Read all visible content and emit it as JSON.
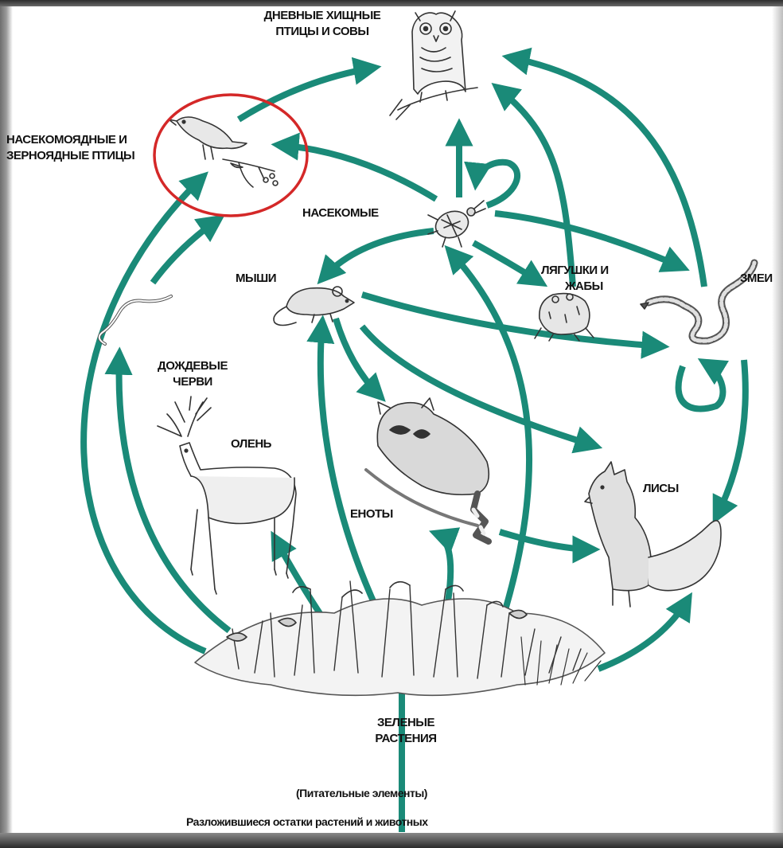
{
  "colors": {
    "arrow": "#1a8a78",
    "highlight": "#d42828",
    "sketch": "#333333"
  },
  "labels": {
    "owls_line1": "ДНЕВНЫЕ ХИЩНЫЕ",
    "owls_line2": "ПТИЦЫ И СОВЫ",
    "birds_line1": "НАСЕКОМОЯДНЫЕ И",
    "birds_line2": "ЗЕРНОЯДНЫЕ ПТИЦЫ",
    "insects": "НАСЕКОМЫЕ",
    "mice": "МЫШИ",
    "frogs_line1": "ЛЯГУШКИ И",
    "frogs_line2": "ЖАБЫ",
    "snakes": "ЗМЕИ",
    "worms_line1": "ДОЖДЕВЫЕ",
    "worms_line2": "ЧЕРВИ",
    "deer": "ОЛЕНЬ",
    "raccoons": "ЕНОТЫ",
    "foxes": "ЛИСЫ",
    "plants_line1": "ЗЕЛЕНЫЕ",
    "plants_line2": "РАСТЕНИЯ",
    "nutrients": "(Питательные элементы)",
    "decay": "Разложившиеся остатки  растений и  животных"
  },
  "organisms": [
    {
      "id": "owl",
      "icon": "owl-icon"
    },
    {
      "id": "bird",
      "icon": "bird-icon"
    },
    {
      "id": "insect",
      "icon": "beetle-icon"
    },
    {
      "id": "mouse",
      "icon": "mouse-icon"
    },
    {
      "id": "frog",
      "icon": "toad-icon"
    },
    {
      "id": "snake",
      "icon": "snake-icon"
    },
    {
      "id": "worm",
      "icon": "earthworm-icon"
    },
    {
      "id": "deer",
      "icon": "deer-icon"
    },
    {
      "id": "raccoon",
      "icon": "raccoon-icon"
    },
    {
      "id": "fox",
      "icon": "fox-icon"
    },
    {
      "id": "plants",
      "icon": "plants-icon"
    }
  ],
  "highlighted": "bird"
}
